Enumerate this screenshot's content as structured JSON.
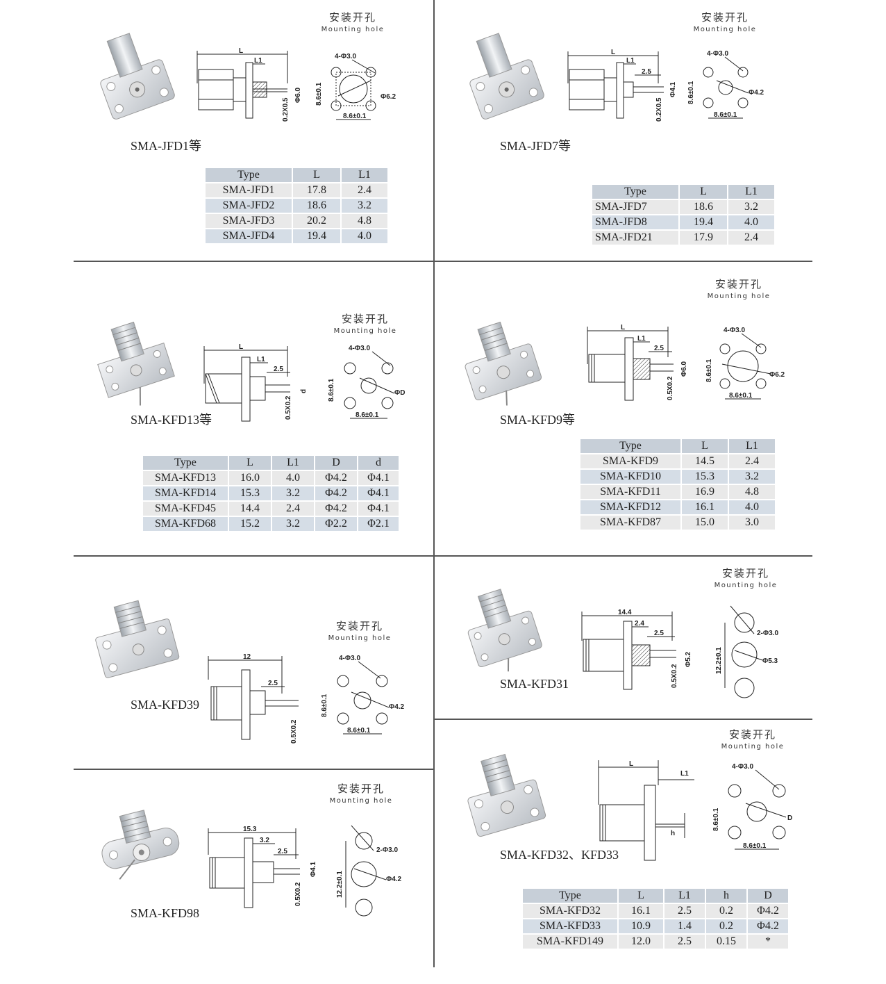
{
  "sections": [
    {
      "model": "SMA-JFD1等",
      "mounting_cn": "安装开孔",
      "mounting_en": "Mounting hole",
      "labels": {
        "L": "L",
        "L1": "L1",
        "holes": "4-Φ3.0",
        "center": "Φ6.2",
        "pitch_v": "8.6±0.1",
        "pitch_h": "8.6±0.1",
        "dia": "Φ6.0",
        "pin": "0.2X0.5"
      },
      "table": {
        "headers": [
          "Type",
          "L",
          "L1"
        ],
        "rows": [
          [
            "SMA-JFD1",
            "17.8",
            "2.4"
          ],
          [
            "SMA-JFD2",
            "18.6",
            "3.2"
          ],
          [
            "SMA-JFD3",
            "20.2",
            "4.8"
          ],
          [
            "SMA-JFD4",
            "19.4",
            "4.0"
          ]
        ]
      }
    },
    {
      "model": "SMA-JFD7等",
      "mounting_cn": "安装开孔",
      "mounting_en": "Mounting hole",
      "labels": {
        "L": "L",
        "L1": "L1",
        "ext": "2.5",
        "holes": "4-Φ3.0",
        "center": "Φ4.2",
        "pitch_v": "8.6±0.1",
        "pitch_h": "8.6±0.1",
        "dia": "Φ4.1",
        "pin": "0.2X0.5"
      },
      "table": {
        "headers": [
          "Type",
          "L",
          "L1"
        ],
        "rows": [
          [
            "SMA-JFD7",
            "18.6",
            "3.2"
          ],
          [
            "SMA-JFD8",
            "19.4",
            "4.0"
          ],
          [
            "SMA-JFD21",
            "17.9",
            "2.4"
          ]
        ]
      }
    },
    {
      "model": "SMA-KFD13等",
      "mounting_cn": "安装开孔",
      "mounting_en": "Mounting hole",
      "labels": {
        "L": "L",
        "L1": "L1",
        "ext": "2.5",
        "d": "d",
        "holes": "4-Φ3.0",
        "center": "ΦD",
        "pitch_v": "8.6±0.1",
        "pitch_h": "8.6±0.1",
        "pin": "0.5X0.2"
      },
      "table": {
        "headers": [
          "Type",
          "L",
          "L1",
          "D",
          "d"
        ],
        "rows": [
          [
            "SMA-KFD13",
            "16.0",
            "4.0",
            "Φ4.2",
            "Φ4.1"
          ],
          [
            "SMA-KFD14",
            "15.3",
            "3.2",
            "Φ4.2",
            "Φ4.1"
          ],
          [
            "SMA-KFD45",
            "14.4",
            "2.4",
            "Φ4.2",
            "Φ4.1"
          ],
          [
            "SMA-KFD68",
            "15.2",
            "3.2",
            "Φ2.2",
            "Φ2.1"
          ]
        ]
      }
    },
    {
      "model": "SMA-KFD9等",
      "mounting_cn": "安装开孔",
      "mounting_en": "Mounting hole",
      "labels": {
        "L": "L",
        "L1": "L1",
        "ext": "2.5",
        "holes": "4-Φ3.0",
        "center": "Φ6.2",
        "pitch_v": "8.6±0.1",
        "pitch_h": "8.6±0.1",
        "dia": "Φ6.0",
        "pin": "0.5X0.2"
      },
      "table": {
        "headers": [
          "Type",
          "L",
          "L1"
        ],
        "rows": [
          [
            "SMA-KFD9",
            "14.5",
            "2.4"
          ],
          [
            "SMA-KFD10",
            "15.3",
            "3.2"
          ],
          [
            "SMA-KFD11",
            "16.9",
            "4.8"
          ],
          [
            "SMA-KFD12",
            "16.1",
            "4.0"
          ],
          [
            "SMA-KFD87",
            "15.0",
            "3.0"
          ]
        ]
      }
    },
    {
      "model": "SMA-KFD39",
      "mounting_cn": "安装开孔",
      "mounting_en": "Mounting hole",
      "labels": {
        "L": "12",
        "ext": "2.5",
        "holes": "4-Φ3.0",
        "center": "Φ4.2",
        "pitch_v": "8.6±0.1",
        "pitch_h": "8.6±0.1",
        "pin": "0.5X0.2"
      }
    },
    {
      "model": "SMA-KFD31",
      "mounting_cn": "安装开孔",
      "mounting_en": "Mounting hole",
      "labels": {
        "L": "14.4",
        "L1": "2.4",
        "ext": "2.5",
        "holes": "2-Φ3.0",
        "center": "Φ5.3",
        "pitch_v": "12.2±0.1",
        "dia": "Φ5.2",
        "pin": "0.5X0.2"
      }
    },
    {
      "model": "SMA-KFD98",
      "mounting_cn": "安装开孔",
      "mounting_en": "Mounting hole",
      "labels": {
        "L": "15.3",
        "L1": "3.2",
        "ext": "2.5",
        "holes": "2-Φ3.0",
        "center": "Φ4.2",
        "pitch_v": "12.2±0.1",
        "dia": "Φ4.1",
        "pin": "0.5X0.2"
      }
    },
    {
      "model": "SMA-KFD32、KFD33",
      "mounting_cn": "安装开孔",
      "mounting_en": "Mounting hole",
      "labels": {
        "L": "L",
        "L1": "L1",
        "h": "h",
        "holes": "4-Φ3.0",
        "center": "D",
        "pitch_v": "8.6±0.1",
        "pitch_h": "8.6±0.1"
      },
      "table": {
        "headers": [
          "Type",
          "L",
          "L1",
          "h",
          "D"
        ],
        "rows": [
          [
            "SMA-KFD32",
            "16.1",
            "2.5",
            "0.2",
            "Φ4.2"
          ],
          [
            "SMA-KFD33",
            "10.9",
            "1.4",
            "0.2",
            "Φ4.2"
          ],
          [
            "SMA-KFD149",
            "12.0",
            "2.5",
            "0.15",
            "*"
          ]
        ]
      }
    }
  ]
}
